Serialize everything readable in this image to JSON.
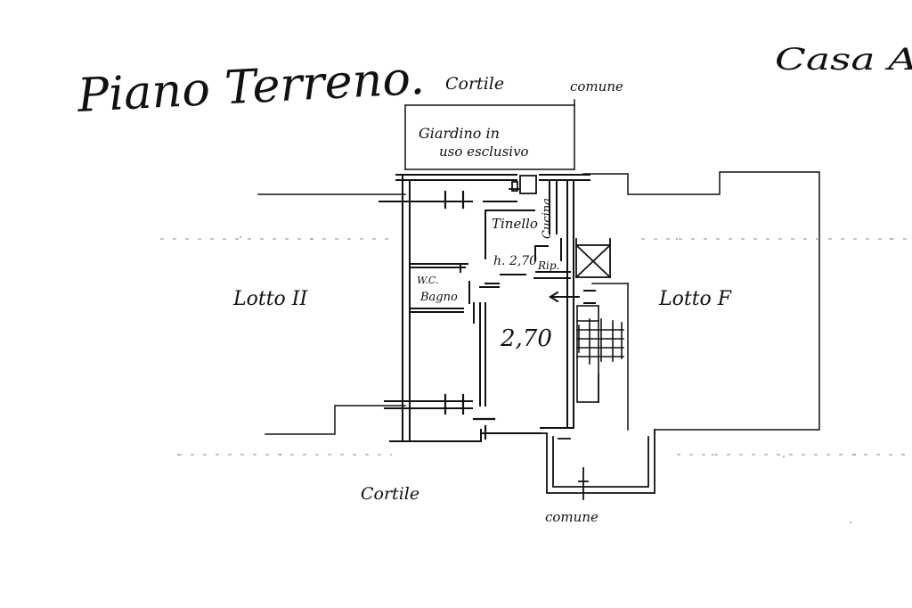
{
  "title": "Piano Terreno.",
  "building": "Casa A",
  "labels": {
    "cortile_top": "Cortile",
    "comune_top": "comune",
    "giardino_line1": "Giardino in",
    "giardino_line2": "uso esclusivo",
    "tinello": "Tinello",
    "cucina": "Cucina",
    "height": "h. 2,70",
    "rip": "Rip.",
    "wc": "W.C.",
    "bagno": "Bagno",
    "lotto_left": "Lotto II",
    "lotto_right": "Lotto F",
    "elevation": "2,70",
    "cortile_bottom": "Cortile",
    "comune_bottom": "comune"
  }
}
